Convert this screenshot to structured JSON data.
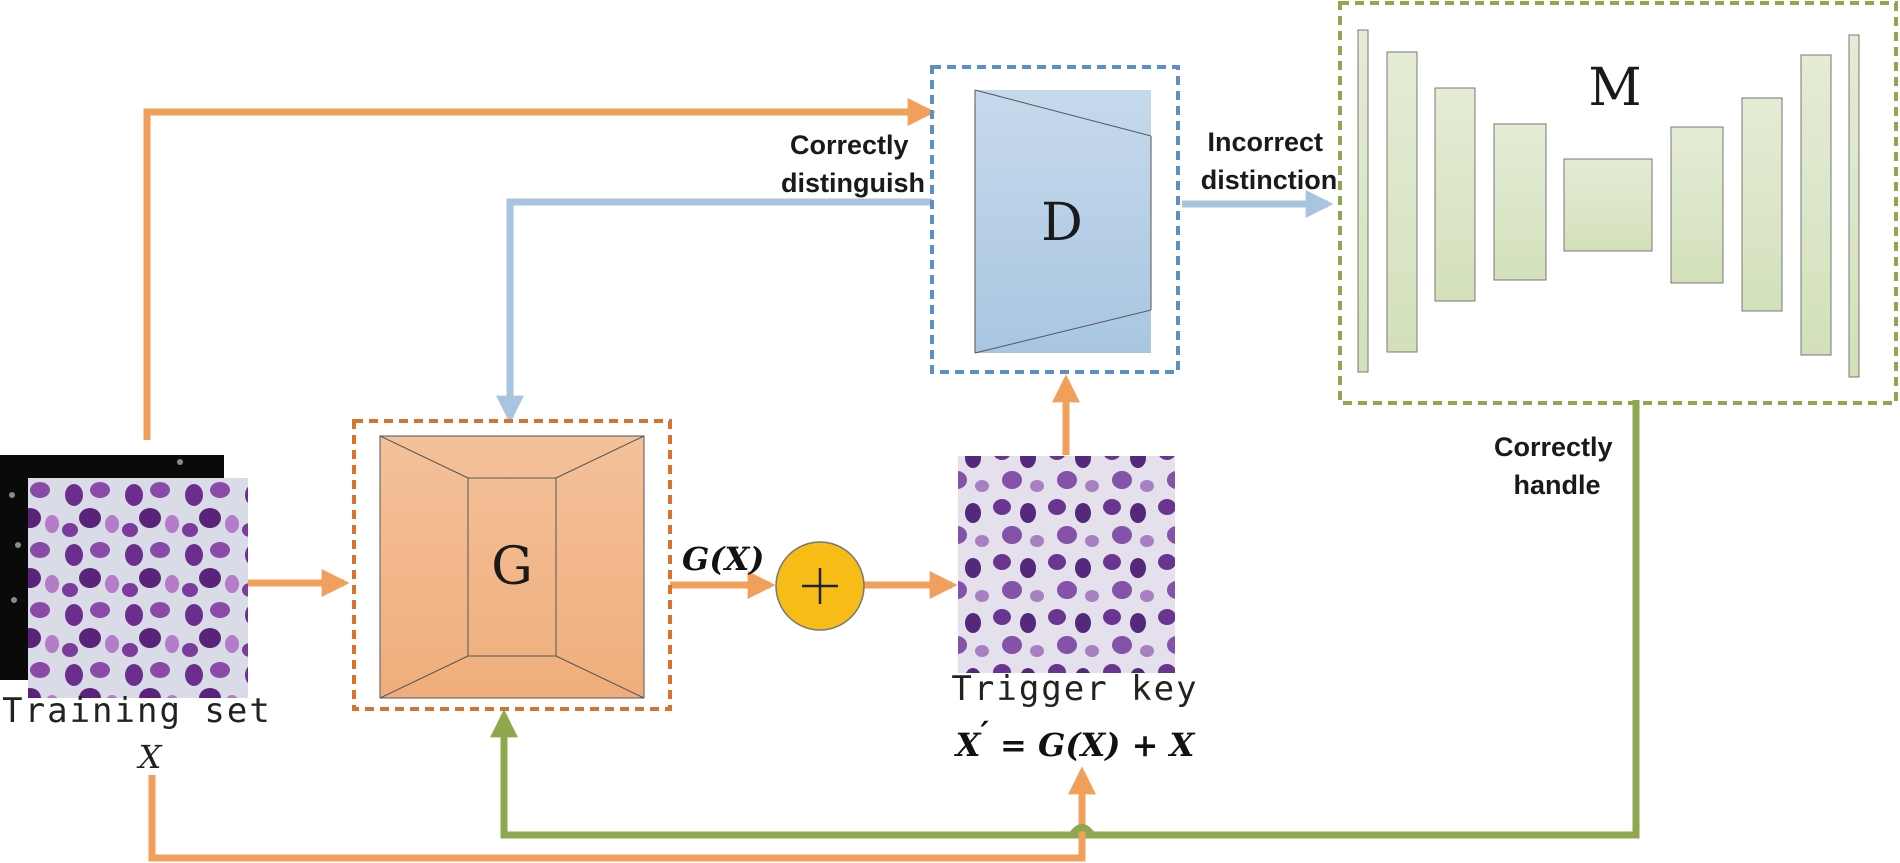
{
  "labels": {
    "correctly_distinguish_1": "Correctly",
    "correctly_distinguish_2": "distinguish",
    "incorrect_distinction_1": "Incorrect",
    "incorrect_distinction_2": "distinction",
    "correctly_handle_1": "Correctly",
    "correctly_handle_2": "handle",
    "training_set": "Training set",
    "training_var": "X",
    "trigger_key": "Trigger key",
    "gx_g": "G",
    "gx_open": "(",
    "gx_x": "X",
    "gx_close": ")",
    "eq_x": "X",
    "eq_prime": "′",
    "eq_equals": " = ",
    "eq_g": "G",
    "eq_open": "(",
    "eq_x2": "X",
    "eq_close": ")",
    "eq_plus": " + ",
    "eq_x3": "X",
    "plus_symbol": "+"
  },
  "blocks": {
    "generator": "G",
    "discriminator": "D",
    "model": "M"
  },
  "colors": {
    "orange_arrow": "#F0A05A",
    "blue_arrow": "#A9C4DE",
    "green_arrow": "#8DA84F",
    "generator_fill": "#F2B98C",
    "generator_border": "#D8732E",
    "discriminator_fill": "#B8D0E6",
    "discriminator_border": "#5E8FC3",
    "model_fill": "#DCE6C8",
    "model_border": "#8DA84F",
    "adder_fill": "#F7BC16"
  }
}
